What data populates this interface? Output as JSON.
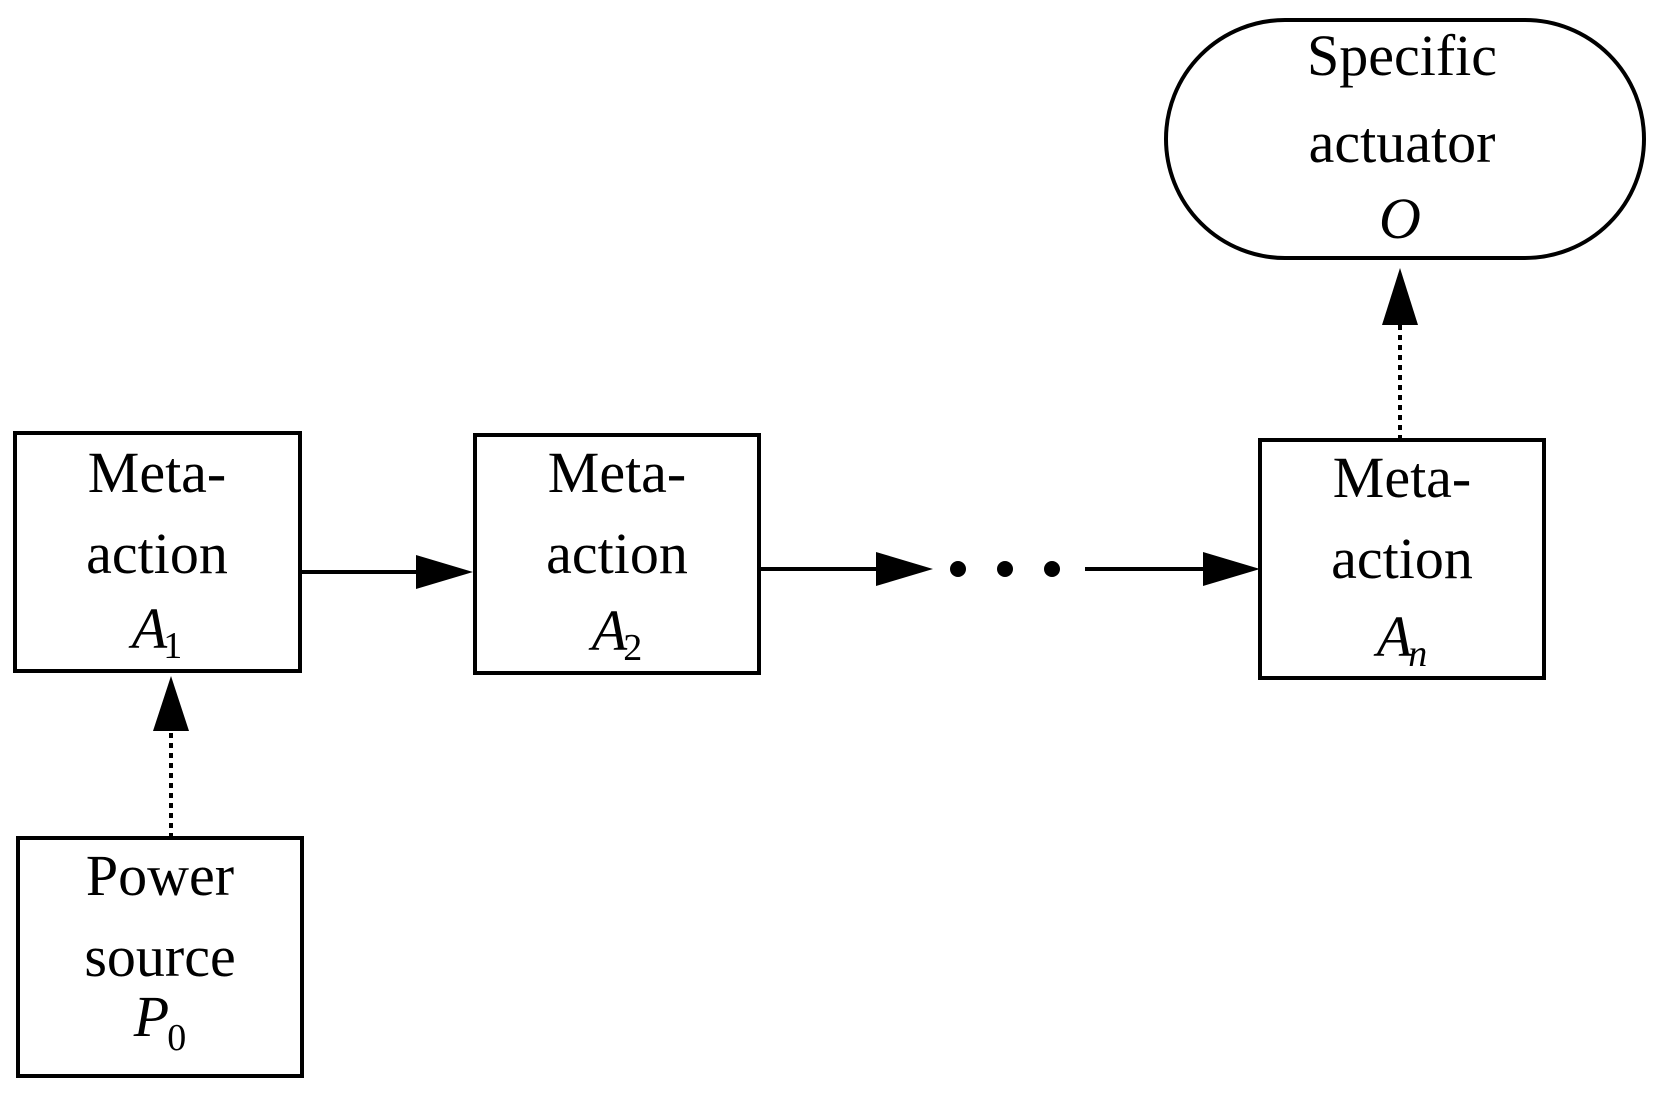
{
  "nodes": {
    "a1": {
      "line1": "Meta-",
      "line2": "action",
      "symbol": "A",
      "subscript": "1"
    },
    "a2": {
      "line1": "Meta-",
      "line2": "action",
      "symbol": "A",
      "subscript": "2"
    },
    "an": {
      "line1": "Meta-",
      "line2": "action",
      "symbol": "A",
      "subscript": "n"
    },
    "power_source": {
      "line1": "Power",
      "line2": "source",
      "symbol": "P",
      "subscript": "0"
    },
    "actuator": {
      "line1": "Specific",
      "line2": "actuator",
      "symbol": "O"
    }
  },
  "ellipsis": "…"
}
